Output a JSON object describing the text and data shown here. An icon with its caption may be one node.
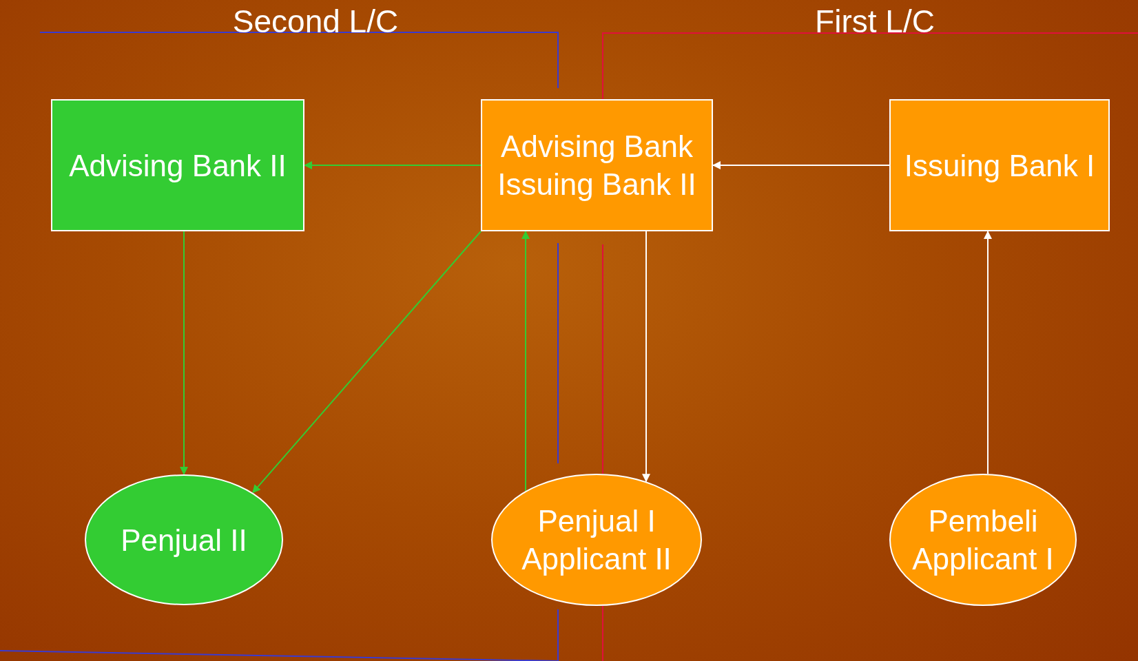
{
  "diagram": {
    "nodes": [
      {
        "text": [
          "Advising Bank II"
        ]
      },
      {
        "text": [
          "Advising Bank",
          "Issuing Bank II"
        ]
      },
      {
        "text": [
          "Issuing Bank I"
        ]
      },
      {
        "text": [
          "Penjual II"
        ]
      },
      {
        "text": [
          "Penjual I",
          "Applicant II"
        ]
      },
      {
        "text": [
          "Pembeli",
          "Applicant I"
        ]
      }
    ],
    "edges": [
      {
        "from": 1,
        "to": 0,
        "arrow": "to"
      },
      {
        "from": 2,
        "to": 1,
        "arrow": "to",
        "color": "#ffffff"
      },
      {
        "from": 0,
        "to": 3,
        "arrow": "to"
      },
      {
        "from": 1,
        "to": 3,
        "arrow": "to"
      },
      {
        "from": 4,
        "to": 1,
        "arrow": "to"
      },
      {
        "from": 1,
        "to": 4,
        "arrow": "to",
        "color": "#ffffff"
      },
      {
        "from": 5,
        "to": 2,
        "arrow": "to",
        "color": "#ffffff"
      }
    ],
    "labels": [
      "Second L/C",
      "First L/C"
    ]
  }
}
